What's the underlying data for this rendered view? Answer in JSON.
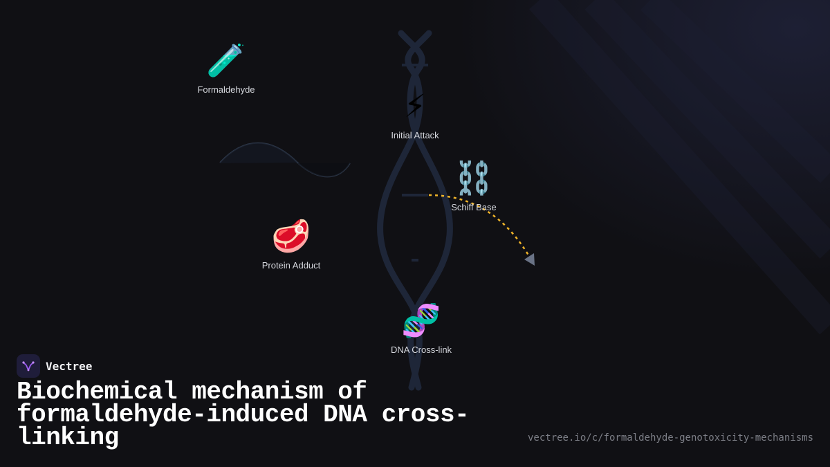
{
  "nodes": {
    "formaldehyde": {
      "icon": "🧪",
      "icon_name": "test-tube-icon",
      "label": "Formaldehyde"
    },
    "initial_attack": {
      "icon": "⚡",
      "icon_name": "lightning-icon",
      "label": "Initial Attack"
    },
    "schiff_base": {
      "icon": "⛓️",
      "icon_name": "chain-icon",
      "label": "Schiff Base"
    },
    "protein_adduct": {
      "icon": "🥩",
      "icon_name": "meat-icon",
      "label": "Protein Adduct"
    },
    "dna_crosslink": {
      "icon": "🧬",
      "icon_name": "dna-icon",
      "label": "DNA Cross-link"
    }
  },
  "brand": {
    "name": "Vectree",
    "icon_name": "vectree-logo-icon"
  },
  "title": "Biochemical mechanism of formaldehyde-induced DNA cross-linking",
  "url": "vectree.io/c/formaldehyde-genotoxicity-mechanisms",
  "colors": {
    "background": "#101014",
    "helix": "#1e2638",
    "arrow": "#f0b429",
    "title": "#ffffff",
    "label": "#d6d8de",
    "url": "#7c7e86"
  }
}
